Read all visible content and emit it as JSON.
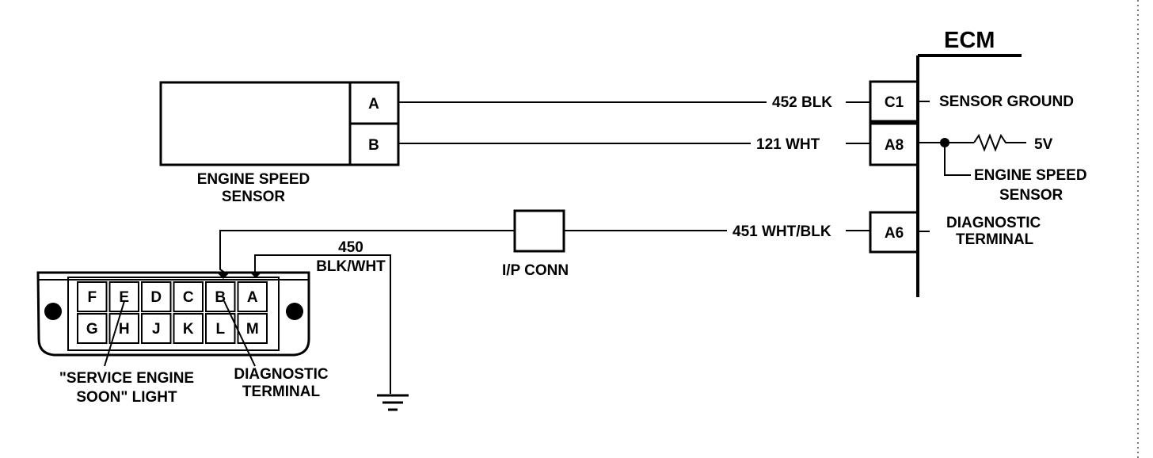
{
  "ecm": {
    "title": "ECM",
    "terminals": [
      {
        "pin": "C1",
        "function": "SENSOR GROUND"
      },
      {
        "pin": "A8",
        "function_lines": [
          "ENGINE SPEED",
          "SENSOR"
        ],
        "pullup": "5V"
      },
      {
        "pin": "A6",
        "function_lines": [
          "DIAGNOSTIC",
          "TERMINAL"
        ]
      }
    ]
  },
  "sensor": {
    "label_lines": [
      "ENGINE SPEED",
      "SENSOR"
    ],
    "pins": [
      "A",
      "B"
    ]
  },
  "wires": [
    {
      "circuit": "452 BLK"
    },
    {
      "circuit": "121 WHT"
    },
    {
      "circuit": "451 WHT/BLK"
    },
    {
      "circuit_lines": [
        "450",
        "BLK/WHT"
      ]
    }
  ],
  "ip_conn": {
    "label": "I/P CONN"
  },
  "aldl": {
    "top_row": [
      "F",
      "E",
      "D",
      "C",
      "B",
      "A"
    ],
    "bottom_row": [
      "G",
      "H",
      "J",
      "K",
      "L",
      "M"
    ],
    "callouts": {
      "ses_lines": [
        "\"SERVICE ENGINE",
        "SOON\" LIGHT"
      ],
      "diag_lines": [
        "DIAGNOSTIC",
        "TERMINAL"
      ]
    }
  }
}
